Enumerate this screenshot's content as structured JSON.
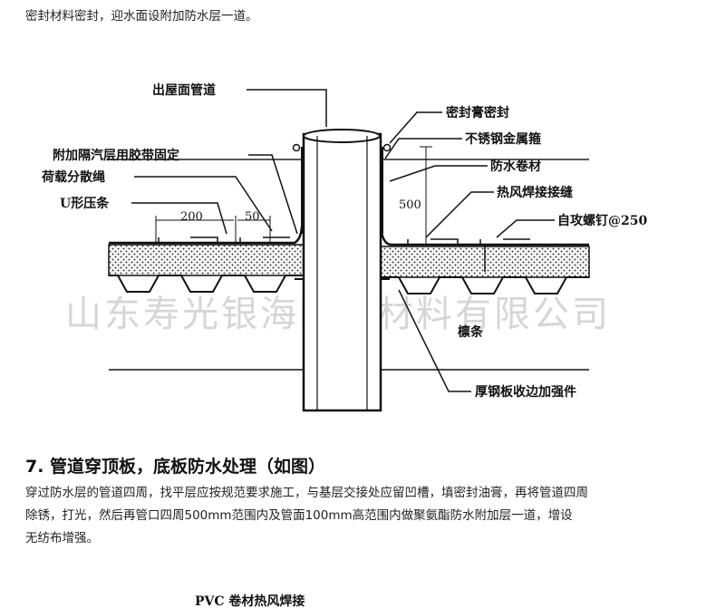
{
  "intro_line": "密封材料密封，迎水面设附加防水层一道。",
  "diagram": {
    "labels": {
      "pipe": "出屋面管道",
      "sealant": "密封膏密封",
      "hoop": "不锈钢金属箍",
      "vapor_tape": "附加隔汽层用胶带固定",
      "membrane": "防水卷材",
      "load_rope": "荷载分散绳",
      "hot_weld": "热风焊接接缝",
      "u_strip": "U形压条",
      "screw": "自攻螺钉@250",
      "purlin": "檩条",
      "steel_plate": "厚钢板收边加强件"
    },
    "dims": {
      "d200": "200",
      "d50": "50",
      "d500": "500"
    },
    "watermark": "山东寿光银海防水材料有限公司"
  },
  "section": {
    "heading": "7. 管道穿顶板，底板防水处理（如图）",
    "lines": [
      "穿过防水层的管道四周，找平层应按规范要求施工，与基层交接处应留凹槽，填密封油膏，再将管道四周",
      "除锈，打光，然后再管口四周500mm范围内及管面100mm高范围内做聚氨酯防水附加层一道，增设",
      "无纺布增强。"
    ]
  },
  "diagram2": {
    "title": "PVC 卷材热风焊接"
  }
}
